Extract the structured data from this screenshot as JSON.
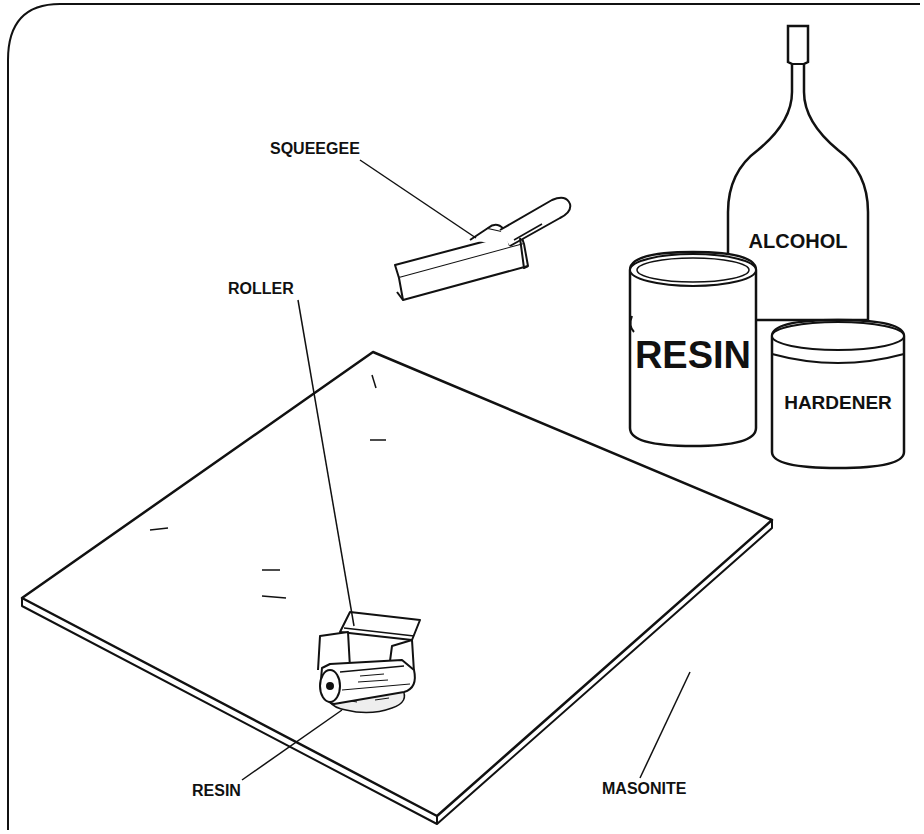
{
  "diagram": {
    "nodes": [
      {
        "text": [
          "ALCOHOL"
        ]
      },
      {
        "text": [
          "RESIN"
        ]
      },
      {
        "text": [
          "HARDENER"
        ]
      }
    ],
    "labels": [
      "SQUEEGEE",
      "ROLLER",
      "RESIN",
      "MASONITE"
    ]
  }
}
